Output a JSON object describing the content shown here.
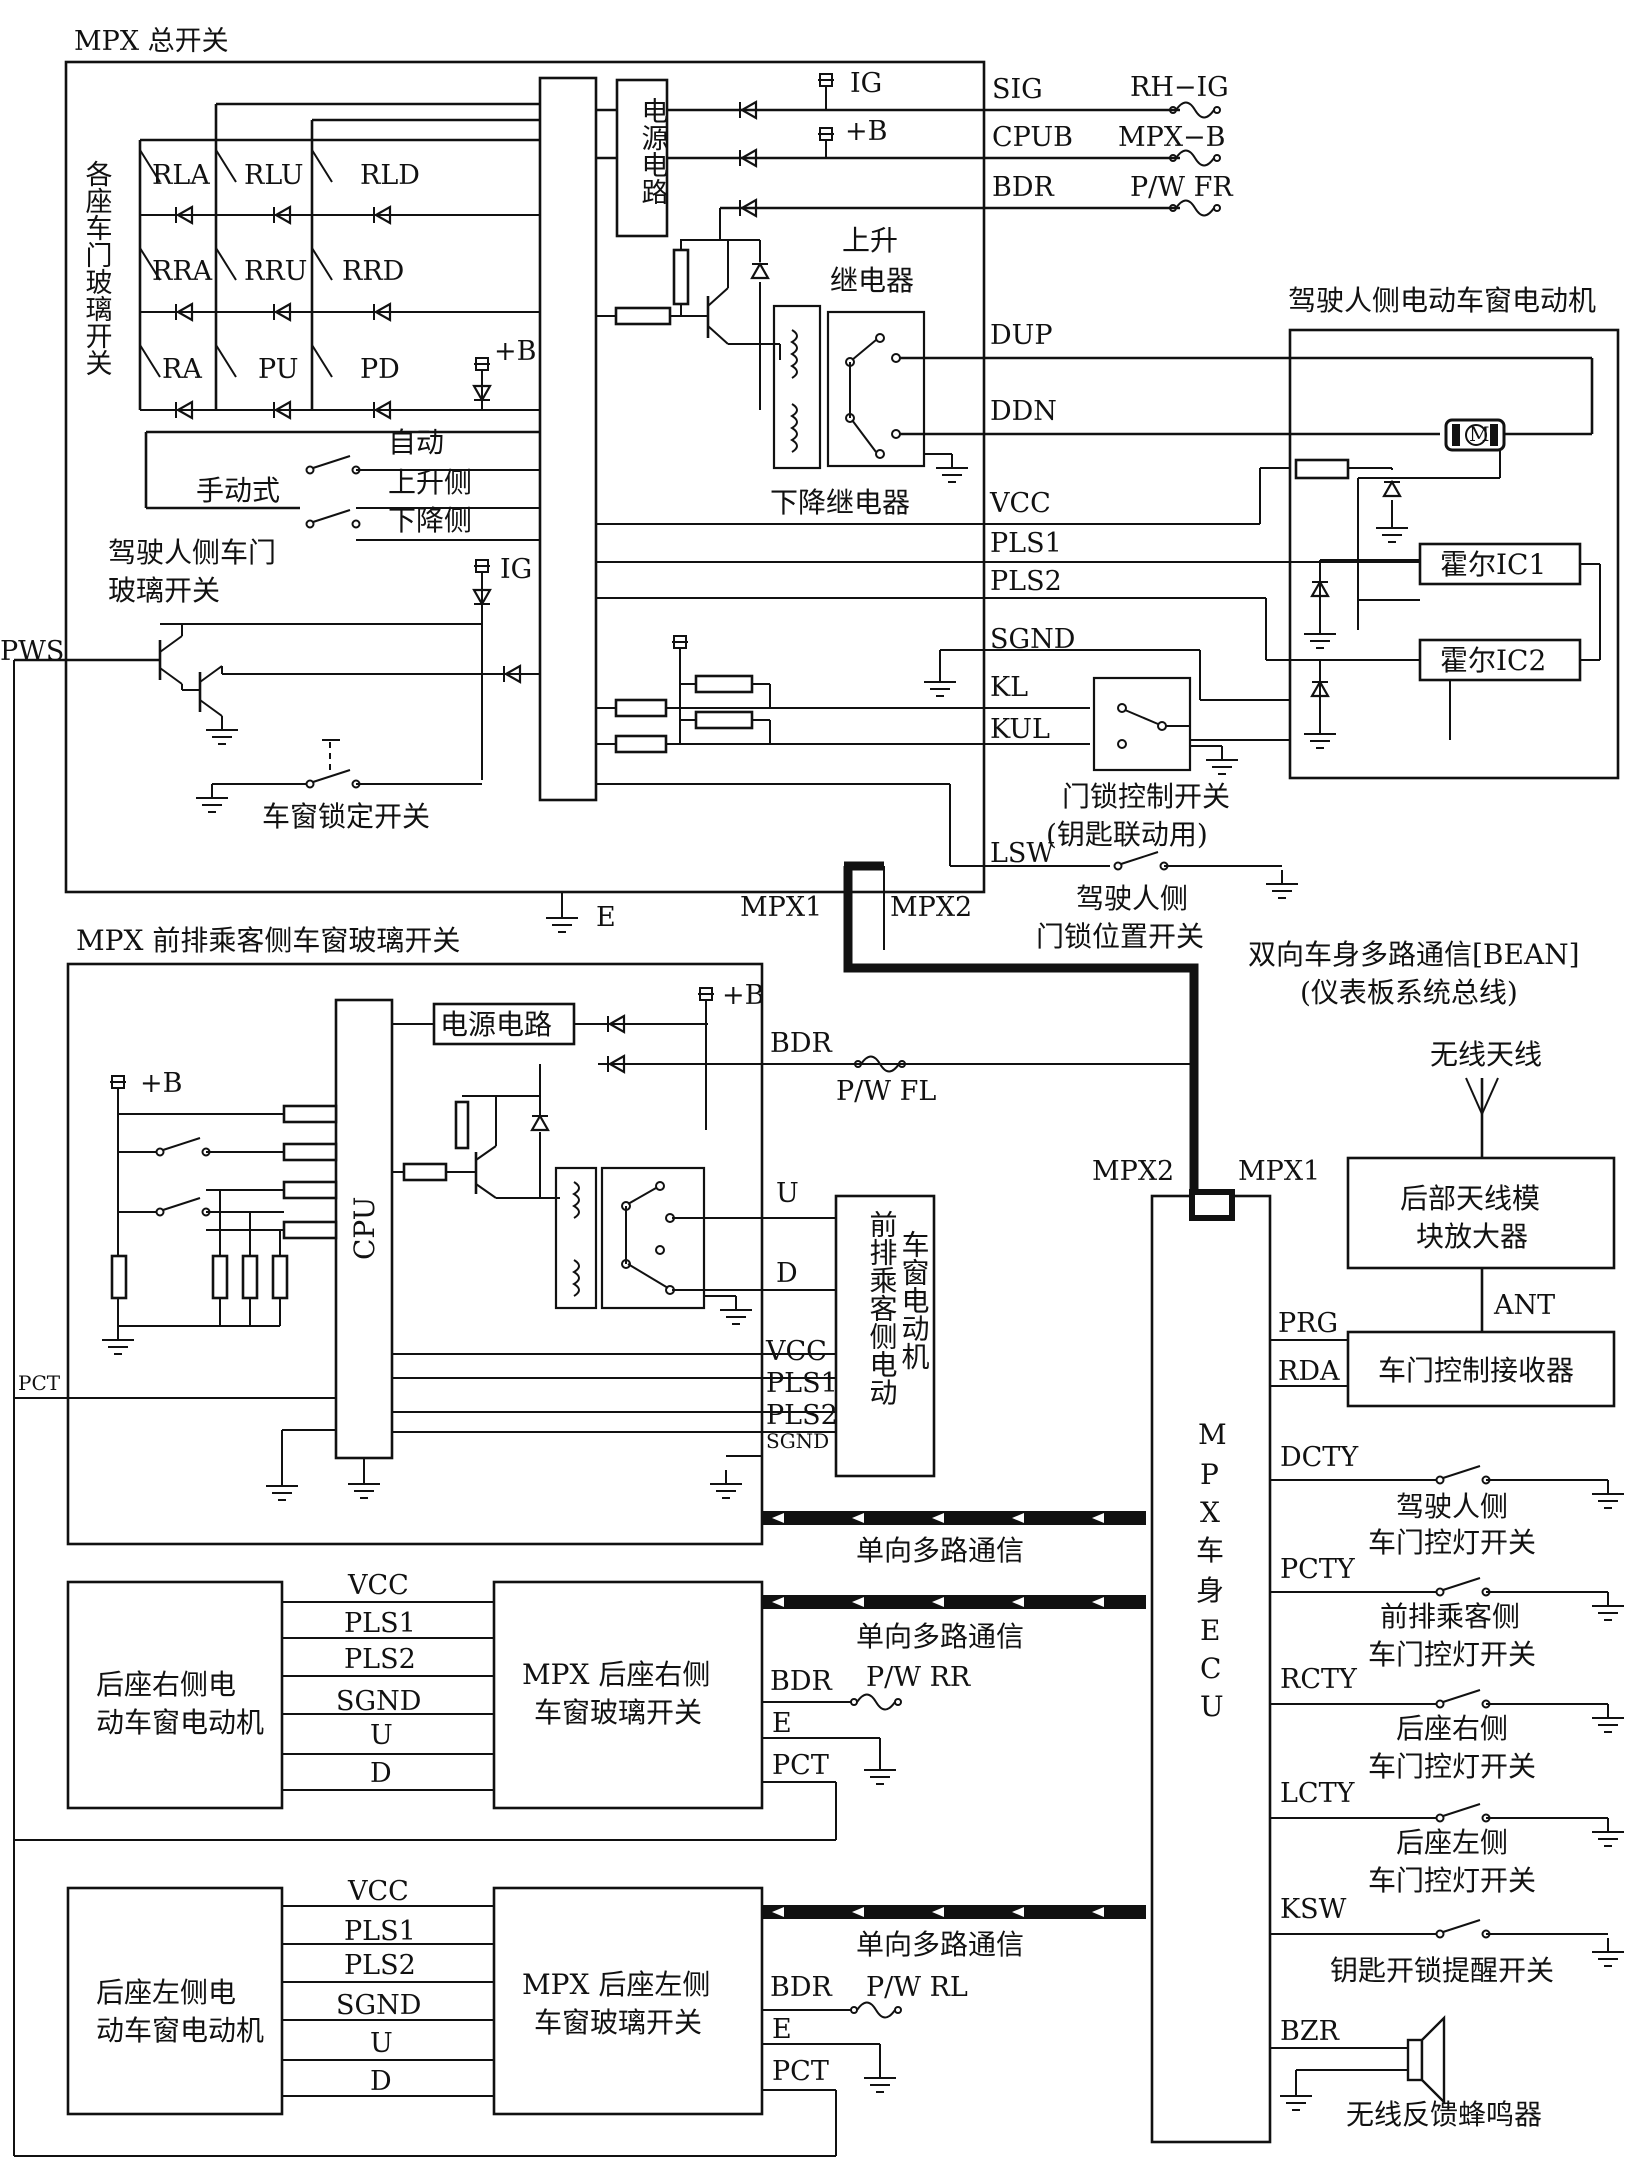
{
  "blocks": {
    "master_switch": "MPX 总开关",
    "seat_door_switches": "各座车门玻璃开关",
    "power_circuit": "电源电路",
    "up_relay": [
      "上升",
      "继电器"
    ],
    "down_relay": "下降继电器",
    "driver_motor": "驾驶人侧电动车窗电动机",
    "manual": "手动式",
    "driver_switch": [
      "驾驶人侧车门",
      "玻璃开关"
    ],
    "window_lock": "车窗锁定开关",
    "door_lock_ctrl": [
      "门锁控制开关",
      "(钥匙联动用)"
    ],
    "driver_lock_pos": [
      "驾驶人侧",
      "门锁位置开关"
    ],
    "bean": [
      "双向车身多路通信[BEAN]",
      "(仪表板系统总线)"
    ],
    "front_passenger_switch": "MPX 前排乘客侧车窗玻璃开关",
    "power_circuit_2": "电源电路",
    "front_passenger_motor": [
      "前排乘客侧电动",
      "车窗电动机"
    ],
    "cpu": "CPU",
    "radio_antenna": "无线天线",
    "antenna_amp": [
      "后部天线模",
      "块放大器"
    ],
    "door_receiver": "车门控制接收器",
    "body_ecu": [
      "M",
      "P",
      "X",
      "车",
      "身",
      "E",
      "C",
      "U"
    ],
    "oneway_comm": "单向多路通信",
    "rr_motor": [
      "后座右侧电",
      "动车窗电动机"
    ],
    "rr_switch": [
      "MPX 后座右侧",
      "车窗玻璃开关"
    ],
    "rl_motor": [
      "后座左侧电",
      "动车窗电动机"
    ],
    "rl_switch": [
      "MPX 后座左侧",
      "车窗玻璃开关"
    ],
    "hall_ic1": "霍尔IC1",
    "hall_ic2": "霍尔IC2",
    "buzzer": "无线反馈蜂鸣器"
  },
  "switch_contacts": {
    "RLA": "RLA",
    "RLU": "RLU",
    "RLD": "RLD",
    "RRA": "RRA",
    "RRU": "RRU",
    "RRD": "RRD",
    "RA": "RA",
    "PU": "PU",
    "PD": "PD",
    "auto": "自动",
    "up_side": "上升侧",
    "down_side": "下降侧"
  },
  "terminals": {
    "IG": "IG",
    "B": "+B",
    "B2": "+B",
    "IG2": "IG",
    "B3": "+B",
    "B4": "+B",
    "SIG": "SIG",
    "CPUB": "CPUB",
    "BDR": "BDR",
    "RH_IG": "RH−IG",
    "MPX_B": "MPX−B",
    "PW_FR": "P/W FR",
    "DUP": "DUP",
    "DDN": "DDN",
    "VCC": "VCC",
    "PLS1": "PLS1",
    "PLS2": "PLS2",
    "SGND": "SGND",
    "KL": "KL",
    "KUL": "KUL",
    "LSW": "LSW",
    "PWS": "PWS",
    "E": "E",
    "MPX1": "MPX1",
    "MPX2": "MPX2",
    "BDR2": "BDR",
    "PW_FL": "P/W FL",
    "U": "U",
    "D": "D",
    "VCC2": "VCC",
    "PLS1_2": "PLS1",
    "PLS2_2": "PLS2",
    "SGND2": "SGND",
    "PCT": "PCT",
    "MPX2_b": "MPX2",
    "MPX1_b": "MPX1",
    "M": "M",
    "ANT": "ANT",
    "PRG": "PRG",
    "RDA": "RDA",
    "DCTY": "DCTY",
    "PCTY": "PCTY",
    "RCTY": "RCTY",
    "LCTY": "LCTY",
    "KSW": "KSW",
    "BZR": "BZR"
  },
  "rear_right": {
    "pins": [
      "VCC",
      "PLS1",
      "PLS2",
      "SGND",
      "U",
      "D"
    ],
    "BDR": "BDR",
    "fuse": "P/W RR",
    "E": "E",
    "PCT": "PCT"
  },
  "rear_left": {
    "pins": [
      "VCC",
      "PLS1",
      "PLS2",
      "SGND",
      "U",
      "D"
    ],
    "BDR": "BDR",
    "fuse": "P/W RL",
    "E": "E",
    "PCT": "PCT"
  },
  "courtesy_switches": [
    {
      "terminal": "DCTY",
      "label": [
        "驾驶人侧",
        "车门控灯开关"
      ]
    },
    {
      "terminal": "PCTY",
      "label": [
        "前排乘客侧",
        "车门控灯开关"
      ]
    },
    {
      "terminal": "RCTY",
      "label": [
        "后座右侧",
        "车门控灯开关"
      ]
    },
    {
      "terminal": "LCTY",
      "label": [
        "后座左侧",
        "车门控灯开关"
      ]
    },
    {
      "terminal": "KSW",
      "label": [
        "钥匙开锁提醒开关"
      ]
    }
  ]
}
